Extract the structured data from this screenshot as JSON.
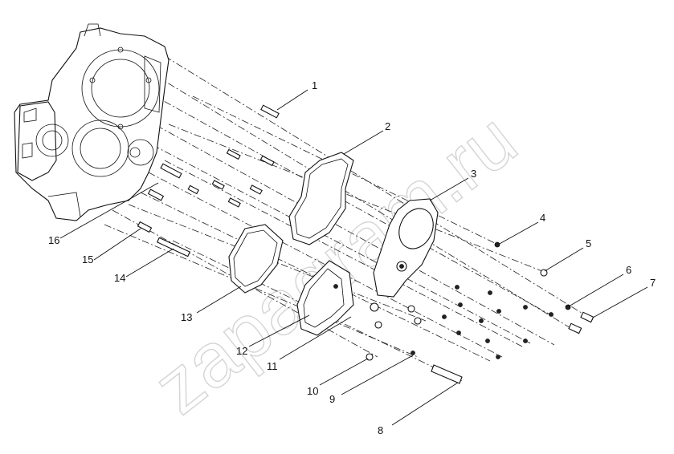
{
  "watermark": "zapagram.ru",
  "callouts": [
    {
      "label": "1"
    },
    {
      "label": "2"
    },
    {
      "label": "3"
    },
    {
      "label": "4"
    },
    {
      "label": "5"
    },
    {
      "label": "6"
    },
    {
      "label": "7"
    },
    {
      "label": "8"
    },
    {
      "label": "9"
    },
    {
      "label": "10"
    },
    {
      "label": "11"
    },
    {
      "label": "12"
    },
    {
      "label": "13"
    },
    {
      "label": "14"
    },
    {
      "label": "15"
    },
    {
      "label": "16"
    }
  ]
}
